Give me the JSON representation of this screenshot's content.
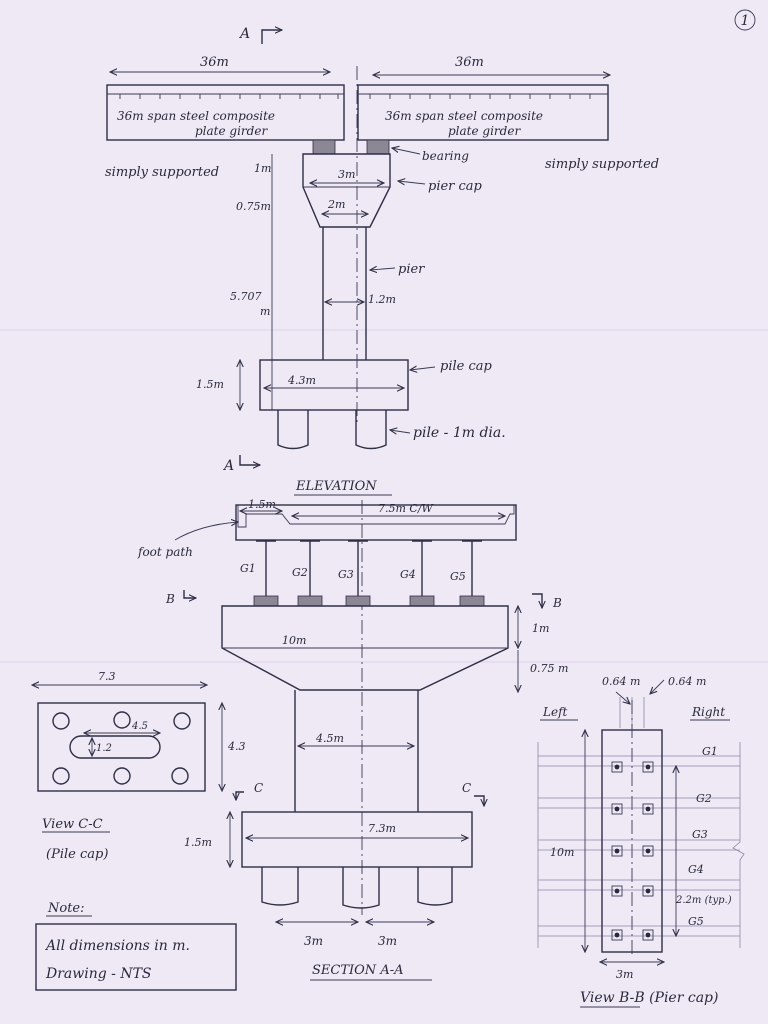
{
  "sheet": {
    "page_number": "1"
  },
  "elevation": {
    "title": "ELEVATION",
    "section_mark_top": "A",
    "section_mark_bottom": "A",
    "span_left": "36m",
    "span_right": "36m",
    "girder_left_line1": "36m span steel composite",
    "girder_left_line2": "plate girder",
    "girder_right_line1": "36m span steel composite",
    "girder_right_line2": "plate girder",
    "support_left": "simply supported",
    "support_right": "simply supported",
    "bearing_label": "bearing",
    "pier_cap_label": "pier cap",
    "pier_label": "pier",
    "pile_cap_label": "pile cap",
    "pile_label": "pile - 1m dia.",
    "dim_cap_top": "1m",
    "dim_cap_taper": "0.75m",
    "dim_cap_width_top": "3m",
    "dim_cap_width_bottom": "2m",
    "dim_pier_height_1": "5.707",
    "dim_pier_height_2": "m",
    "dim_pier_width": "1.2m",
    "dim_pile_cap_depth": "1.5m",
    "dim_pile_cap_width": "4.3m"
  },
  "section_aa": {
    "title": "SECTION A-A",
    "footpath_width": "1.5m",
    "carriageway": "7.5m C/W",
    "footpath_label": "foot path",
    "girders": [
      "G1",
      "G2",
      "G3",
      "G4",
      "G5"
    ],
    "section_b_left": "B",
    "section_b_right": "B",
    "dim_cap_depth": "1m",
    "dim_cap_taper": "0.75 m",
    "dim_cap_width": "10m",
    "dim_pier_width": "4.5m",
    "section_c_left": "C",
    "section_c_right": "C",
    "dim_pile_cap_depth": "1.5m",
    "dim_pile_cap_width": "7.3m",
    "pile_spacing_left": "3m",
    "pile_spacing_right": "3m"
  },
  "view_cc": {
    "dim_width": "7.3",
    "dim_height": "4.3",
    "dim_spacing": "4.5",
    "dim_pier": "1.2",
    "title": "View C-C",
    "subtitle": "(Pile cap)"
  },
  "view_bb": {
    "dim_offset_left": "0.64 m",
    "dim_offset_right": "0.64 m",
    "left_label": "Left",
    "right_label": "Right",
    "girders": [
      "G1",
      "G2",
      "G3",
      "G4",
      "G5"
    ],
    "dim_length": "10m",
    "dim_spacing": "2.2m (typ.)",
    "dim_width": "3m",
    "title": "View B-B (Pier cap)"
  },
  "note": {
    "heading": "Note:",
    "line1": "All dimensions in m.",
    "line2": "Drawing - NTS"
  }
}
